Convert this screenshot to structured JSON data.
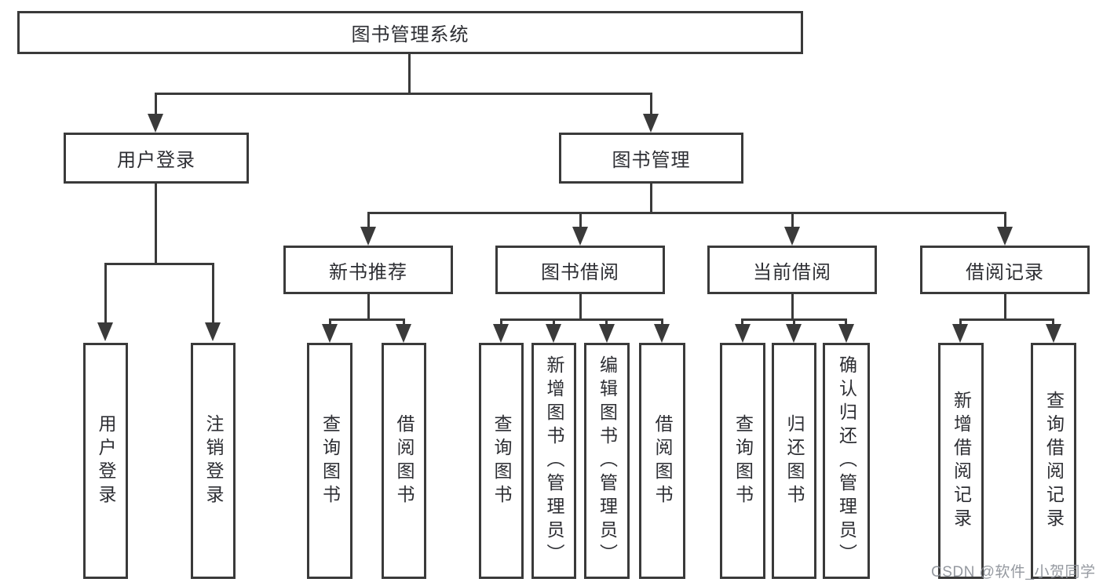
{
  "meta": {
    "background_color": "#ffffff",
    "line_color": "#3a3a3a",
    "text_color": "#2d2e33",
    "watermark_color": "#8a8e96"
  },
  "diagram": {
    "root": {
      "label": "图书管理系统"
    },
    "user_login": {
      "label": "用户登录",
      "children": [
        {
          "label": "用户登录"
        },
        {
          "label": "注销登录"
        }
      ]
    },
    "book_management": {
      "label": "图书管理",
      "sections": [
        {
          "label": "新书推荐",
          "children": [
            {
              "label": "查询图书"
            },
            {
              "label": "借阅图书"
            }
          ]
        },
        {
          "label": "图书借阅",
          "children": [
            {
              "label": "查询图书"
            },
            {
              "label": "新增图书（管理员）"
            },
            {
              "label": "编辑图书（管理员）"
            },
            {
              "label": "借阅图书"
            }
          ]
        },
        {
          "label": "当前借阅",
          "children": [
            {
              "label": "查询图书"
            },
            {
              "label": "归还图书"
            },
            {
              "label": "确认归还（管理员）"
            }
          ]
        },
        {
          "label": "借阅记录",
          "children": [
            {
              "label": "新增借阅记录"
            },
            {
              "label": "查询借阅记录"
            }
          ]
        }
      ]
    },
    "watermark": "CSDN @软件_小贺同学"
  }
}
